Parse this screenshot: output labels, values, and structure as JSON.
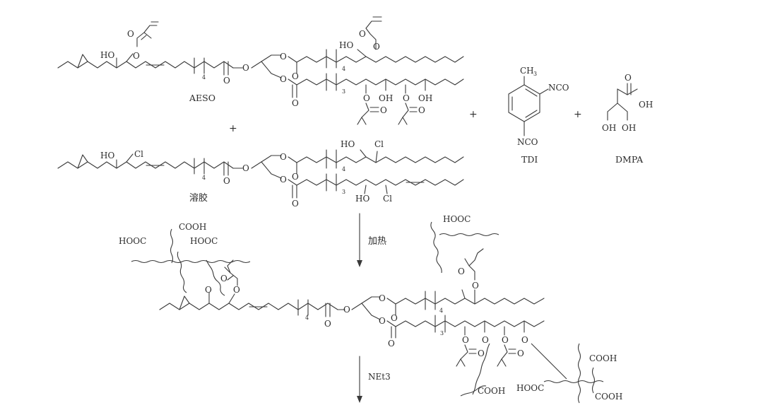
{
  "compounds": {
    "aeso": {
      "name": "AESO"
    },
    "sol": {
      "name": "溶胶"
    },
    "tdi": {
      "name": "TDI"
    },
    "dmpa": {
      "name": "DMPA"
    }
  },
  "plus_sign": "+",
  "atoms": {
    "ho": "HO",
    "oh": "OH",
    "o": "O",
    "cl": "Cl",
    "ch3": "CH",
    "ch3_sub": "3",
    "nco": "NCO",
    "cooh": "COOH",
    "hooc": "HOOC",
    "chain_sub": "4",
    "chain_sub3": "3"
  },
  "arrows": {
    "heat": "加热",
    "base": "NEt3"
  }
}
